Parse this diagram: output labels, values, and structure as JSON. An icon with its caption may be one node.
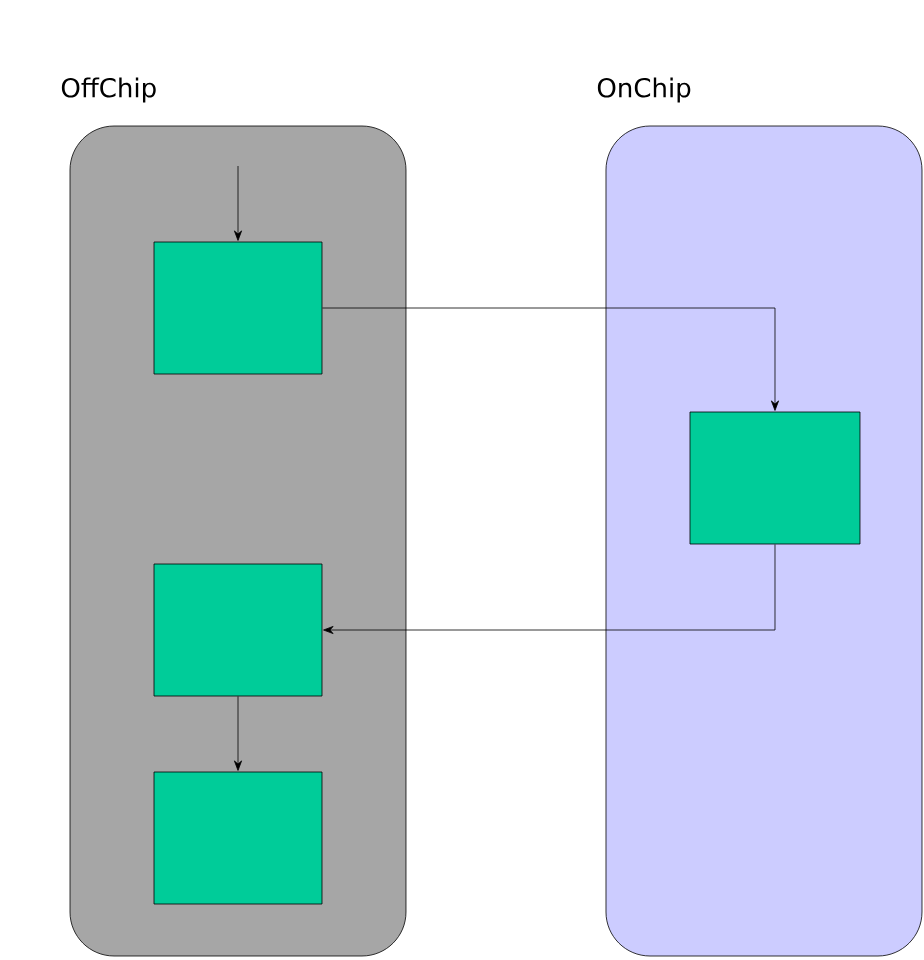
{
  "diagram": {
    "nodes": [
      {
        "text": [
          "OffChip"
        ]
      },
      {
        "text": [
          "OnChip"
        ]
      },
      {
        "text": [],
        "shape": "box",
        "in": 0
      },
      {
        "text": [],
        "shape": "box",
        "in": 1
      },
      {
        "text": [],
        "shape": "box",
        "in": 0
      },
      {
        "text": [],
        "shape": "box",
        "in": 0
      }
    ],
    "edges": [
      {
        "from": null,
        "to": 2,
        "arrow": "to"
      },
      {
        "from": 2,
        "to": 3,
        "arrow": "to"
      },
      {
        "from": 3,
        "to": 4,
        "arrow": "to"
      },
      {
        "from": 4,
        "to": 5,
        "arrow": "to"
      }
    ]
  }
}
